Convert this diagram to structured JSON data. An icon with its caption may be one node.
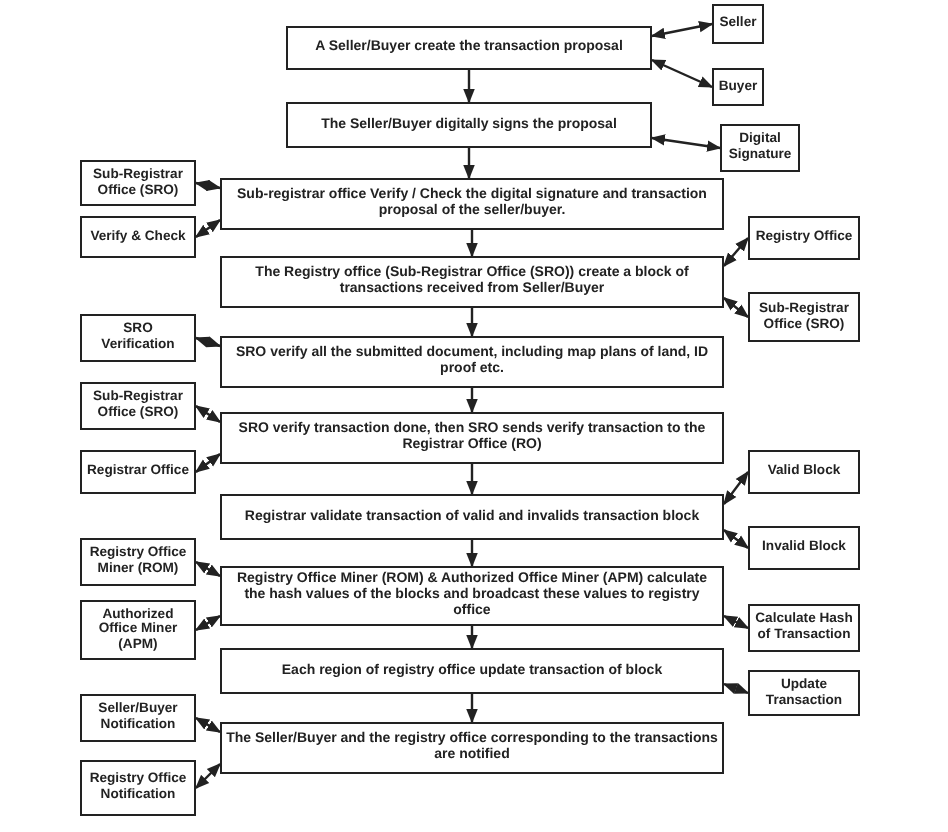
{
  "diagram": {
    "nodes": [
      {
        "text": [
          "A Seller/Buyer create the transaction proposal"
        ]
      },
      {
        "text": [
          "The Seller/Buyer digitally signs the proposal"
        ]
      },
      {
        "text": [
          "Sub-registrar office Verify / Check the digital signature and transaction proposal of the seller/buyer."
        ]
      },
      {
        "text": [
          "The Registry office (Sub-Registrar Office (SRO)) create a block of transactions received from Seller/Buyer"
        ]
      },
      {
        "text": [
          "SRO verify all the submitted document, including map plans of land, ID proof etc."
        ]
      },
      {
        "text": [
          "SRO verify transaction done, then SRO sends verify transaction to the Registrar Office (RO)"
        ]
      },
      {
        "text": [
          "Registrar validate transaction of valid and invalids transaction block"
        ]
      },
      {
        "text": [
          "Registry Office Miner (ROM) & Authorized Office Miner (APM) calculate the hash values of the blocks and broadcast these values to registry office"
        ]
      },
      {
        "text": [
          "Each region of registry office update transaction of block"
        ]
      },
      {
        "text": [
          "The Seller/Buyer and the registry office corresponding to the transactions are notified"
        ]
      },
      {
        "text": [
          "Seller"
        ]
      },
      {
        "text": [
          "Buyer"
        ]
      },
      {
        "text": [
          "Digital Signature"
        ]
      },
      {
        "text": [
          "Sub-Registrar Office (SRO)"
        ]
      },
      {
        "text": [
          "Verify & Check"
        ]
      },
      {
        "text": [
          "Registry Office"
        ]
      },
      {
        "text": [
          "Sub-Registrar Office (SRO)"
        ]
      },
      {
        "text": [
          "SRO Verification"
        ]
      },
      {
        "text": [
          "Sub-Registrar Office (SRO)"
        ]
      },
      {
        "text": [
          "Registrar Office"
        ]
      },
      {
        "text": [
          "Valid Block"
        ]
      },
      {
        "text": [
          "Invalid Block"
        ]
      },
      {
        "text": [
          "Registry Office Miner (ROM)"
        ]
      },
      {
        "text": [
          "Authorized Office Miner (APM)"
        ]
      },
      {
        "text": [
          "Calculate Hash of Transaction"
        ]
      },
      {
        "text": [
          "Update Transaction"
        ]
      },
      {
        "text": [
          "Seller/Buyer Notification"
        ]
      },
      {
        "text": [
          "Registry Office Notification"
        ]
      }
    ],
    "edges": [
      {
        "from": 0,
        "to": 1,
        "arrow": "to"
      },
      {
        "from": 1,
        "to": 2,
        "arrow": "to"
      },
      {
        "from": 2,
        "to": 3,
        "arrow": "to"
      },
      {
        "from": 3,
        "to": 4,
        "arrow": "to"
      },
      {
        "from": 4,
        "to": 5,
        "arrow": "to"
      },
      {
        "from": 5,
        "to": 6,
        "arrow": "to"
      },
      {
        "from": 6,
        "to": 7,
        "arrow": "to"
      },
      {
        "from": 7,
        "to": 8,
        "arrow": "to"
      },
      {
        "from": 8,
        "to": 9,
        "arrow": "to"
      },
      {
        "from": 0,
        "to": 10,
        "arrow": "both"
      },
      {
        "from": 0,
        "to": 11,
        "arrow": "both"
      },
      {
        "from": 1,
        "to": 12,
        "arrow": "both"
      },
      {
        "from": 2,
        "to": 13,
        "arrow": "both"
      },
      {
        "from": 2,
        "to": 14,
        "arrow": "both"
      },
      {
        "from": 3,
        "to": 15,
        "arrow": "both"
      },
      {
        "from": 3,
        "to": 16,
        "arrow": "both"
      },
      {
        "from": 4,
        "to": 17,
        "arrow": "both"
      },
      {
        "from": 5,
        "to": 18,
        "arrow": "both"
      },
      {
        "from": 5,
        "to": 19,
        "arrow": "both"
      },
      {
        "from": 6,
        "to": 20,
        "arrow": "both"
      },
      {
        "from": 6,
        "to": 21,
        "arrow": "both"
      },
      {
        "from": 7,
        "to": 22,
        "arrow": "both"
      },
      {
        "from": 7,
        "to": 23,
        "arrow": "both"
      },
      {
        "from": 7,
        "to": 24,
        "arrow": "both"
      },
      {
        "from": 8,
        "to": 25,
        "arrow": "both"
      },
      {
        "from": 9,
        "to": 26,
        "arrow": "both"
      },
      {
        "from": 9,
        "to": 27,
        "arrow": "both"
      }
    ]
  }
}
